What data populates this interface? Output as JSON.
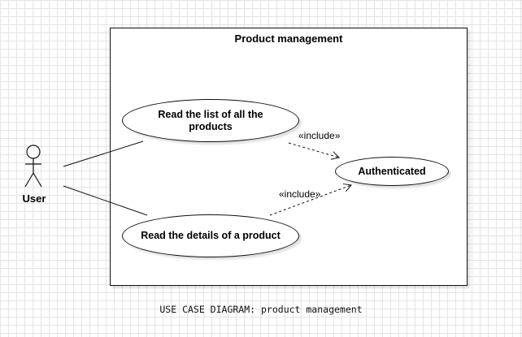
{
  "system": {
    "title": "Product management"
  },
  "actor": {
    "name": "User"
  },
  "use_cases": {
    "list_products": "Read the list of all the products",
    "product_details": "Read the details of a product",
    "authenticated": "Authenticated"
  },
  "relations": {
    "include_1": "«include»",
    "include_2": "«include»"
  },
  "caption": "USE CASE DIAGRAM: product management"
}
